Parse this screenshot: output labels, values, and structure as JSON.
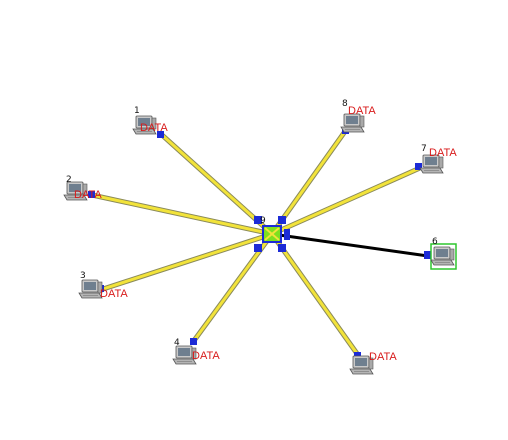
{
  "colors": {
    "background": "#ffffff",
    "link_yellow": "#f2e33a",
    "link_outline": "#8a8a5a",
    "active_link": "#000000",
    "port_blue": "#1c2bd6",
    "label_red": "#d81b1b",
    "selected_green": "#2ec52e",
    "hub_fill": "#7ee01f"
  },
  "hub": {
    "id": "9",
    "icon": "switch-icon"
  },
  "nodes": [
    {
      "id": "1",
      "label": "DATA",
      "icon": "computer-icon"
    },
    {
      "id": "2",
      "label": "DATA",
      "icon": "computer-icon"
    },
    {
      "id": "3",
      "label": "DATA",
      "icon": "computer-icon"
    },
    {
      "id": "4",
      "label": "DATA",
      "icon": "computer-icon"
    },
    {
      "id": "",
      "label": "DATA",
      "icon": "computer-icon"
    },
    {
      "id": "6",
      "label": "",
      "icon": "computer-icon",
      "selected": true
    },
    {
      "id": "7",
      "label": "DATA",
      "icon": "computer-icon"
    },
    {
      "id": "8",
      "label": "DATA",
      "icon": "computer-icon"
    }
  ]
}
